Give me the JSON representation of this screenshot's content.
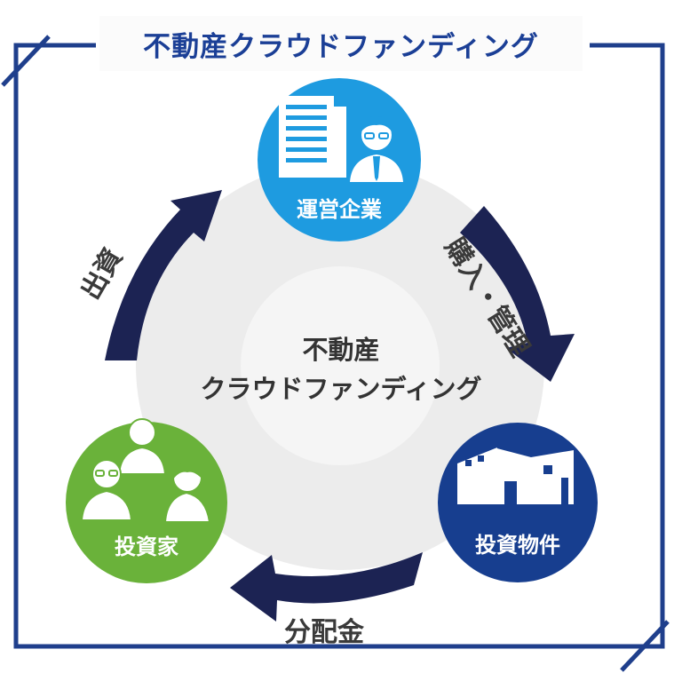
{
  "title": "不動産クラウドファンディング",
  "center": {
    "line1": "不動産",
    "line2": "クラウドファンディング"
  },
  "nodes": {
    "operator": {
      "label": "運営企業",
      "color": "#1e9be0",
      "icon": "building-businessman-icon"
    },
    "property": {
      "label": "投資物件",
      "color": "#173e8f",
      "icon": "warehouse-icon"
    },
    "investor": {
      "label": "投資家",
      "color": "#6ab23a",
      "icon": "people-group-icon"
    }
  },
  "arrows": {
    "purchase": "購入・管理",
    "dividend": "分配金",
    "investment": "出資"
  },
  "colors": {
    "frame": "#1f3f8c",
    "arrow": "#1c2353",
    "ring": "#ececec"
  }
}
